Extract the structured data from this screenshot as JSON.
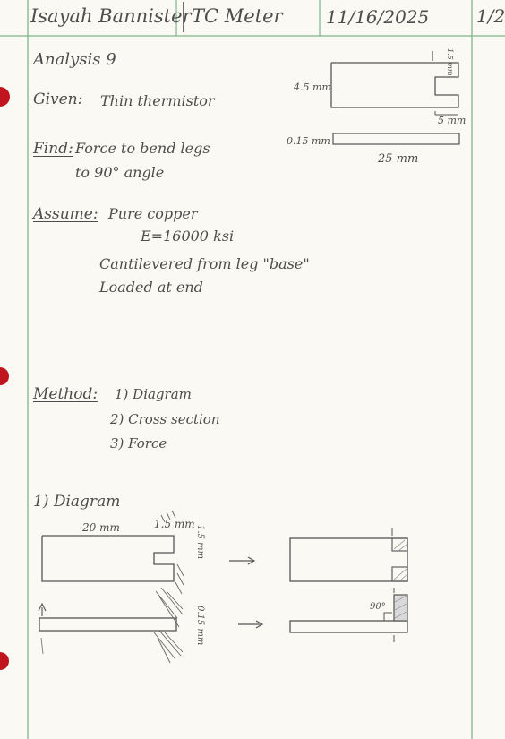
{
  "header": {
    "name": "Isayah Bannister",
    "project": "TC Meter",
    "date": "11/16/2025",
    "page": "1/2"
  },
  "analysis": {
    "title": "Analysis 9",
    "given_label": "Given:",
    "given_value": "Thin thermistor",
    "find_label": "Find:",
    "find_line1": "Force to bend legs",
    "find_line2": "to 90° angle",
    "assume_label": "Assume:",
    "assume_items": [
      "Pure copper",
      "E=16000 ksi",
      "Cantilevered from leg \"base\"",
      "Loaded at end"
    ],
    "method_label": "Method:",
    "method_items": [
      "1) Diagram",
      "2) Cross section",
      "3) Force"
    ],
    "section_diagram": "1) Diagram"
  },
  "top_sketch": {
    "dim_height": "4.5 mm",
    "dim_gap": "5 mm",
    "dim_notch": "1.5 mm",
    "dim_thickness": "0.15 mm",
    "dim_length": "25 mm"
  },
  "bottom_sketch": {
    "dim_length": "20 mm",
    "dim_leg": "1.5 mm",
    "dim_notch": "1.5 mm",
    "dim_thickness": "0.15 mm",
    "angle_label": "90°"
  },
  "colors": {
    "paper": "#faf9f3",
    "margin_line": "#7fb58a",
    "ink": "#4d4d4d",
    "hole_punch": "#c0151e"
  }
}
